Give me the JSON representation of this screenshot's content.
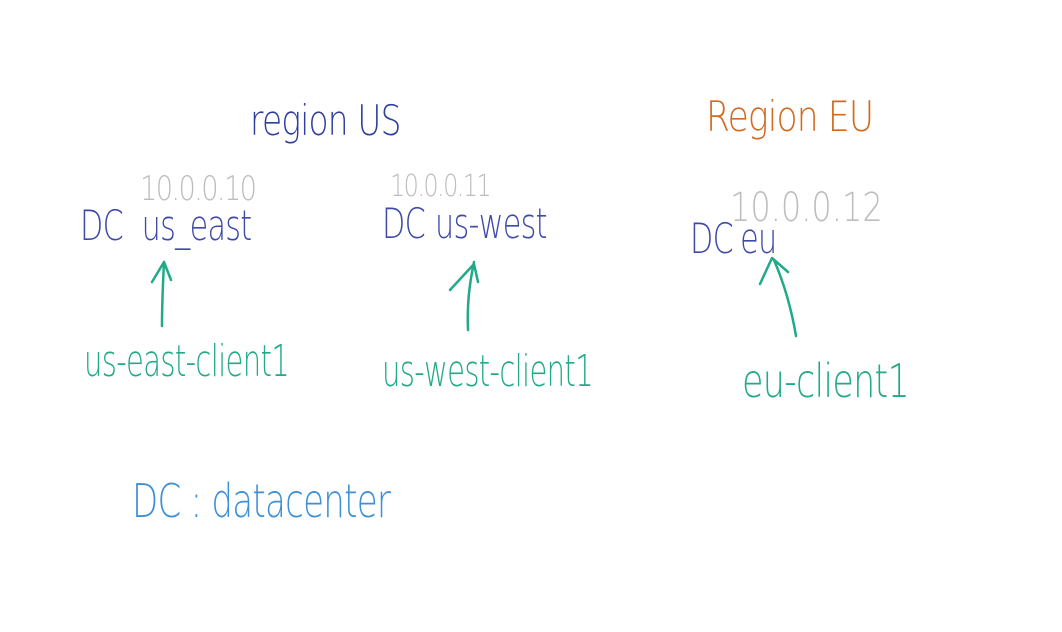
{
  "colors": {
    "region_us": "#2e3f9e",
    "region_eu": "#d2691e",
    "ip": "#bdbdbd",
    "dc": "#3f4aa8",
    "client": "#22a98a",
    "legend": "#3d8fd6"
  },
  "regions": {
    "us": {
      "label": "region US"
    },
    "eu": {
      "label": "Region EU"
    }
  },
  "datacenters": [
    {
      "prefix": "DC",
      "name": "us_east",
      "ip": "10.0.0.10",
      "client": "us-east-client1"
    },
    {
      "prefix": "DC",
      "name": "us-west",
      "ip": "10.0.0.11",
      "client": "us-west-client1"
    },
    {
      "prefix": "DC",
      "name": "eu",
      "ip": "10.0.0.12",
      "client": "eu-client1"
    }
  ],
  "legend": {
    "text": "DC : datacenter"
  }
}
